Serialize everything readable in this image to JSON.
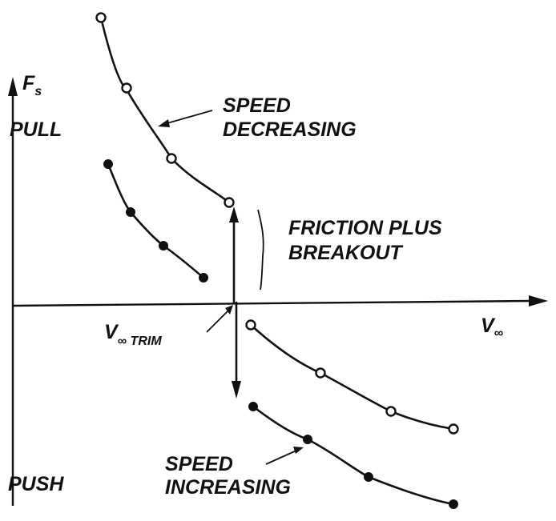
{
  "labels": {
    "y_axis_main": "F",
    "y_axis_sub": "s",
    "pull": "PULL",
    "push": "PUSH",
    "x_axis_main": "V",
    "x_axis_sub": "∞",
    "trim_main": "V",
    "trim_sub": "∞ TRIM",
    "speed_decreasing_line1": "SPEED",
    "speed_decreasing_line2": "DECREASING",
    "speed_increasing_line1": "SPEED",
    "speed_increasing_line2": "INCREASING",
    "friction_line1": "FRICTION PLUS",
    "friction_line2": "BREAKOUT"
  },
  "icons": {
    "open_marker": "open-circle",
    "filled_marker": "filled-circle"
  }
}
